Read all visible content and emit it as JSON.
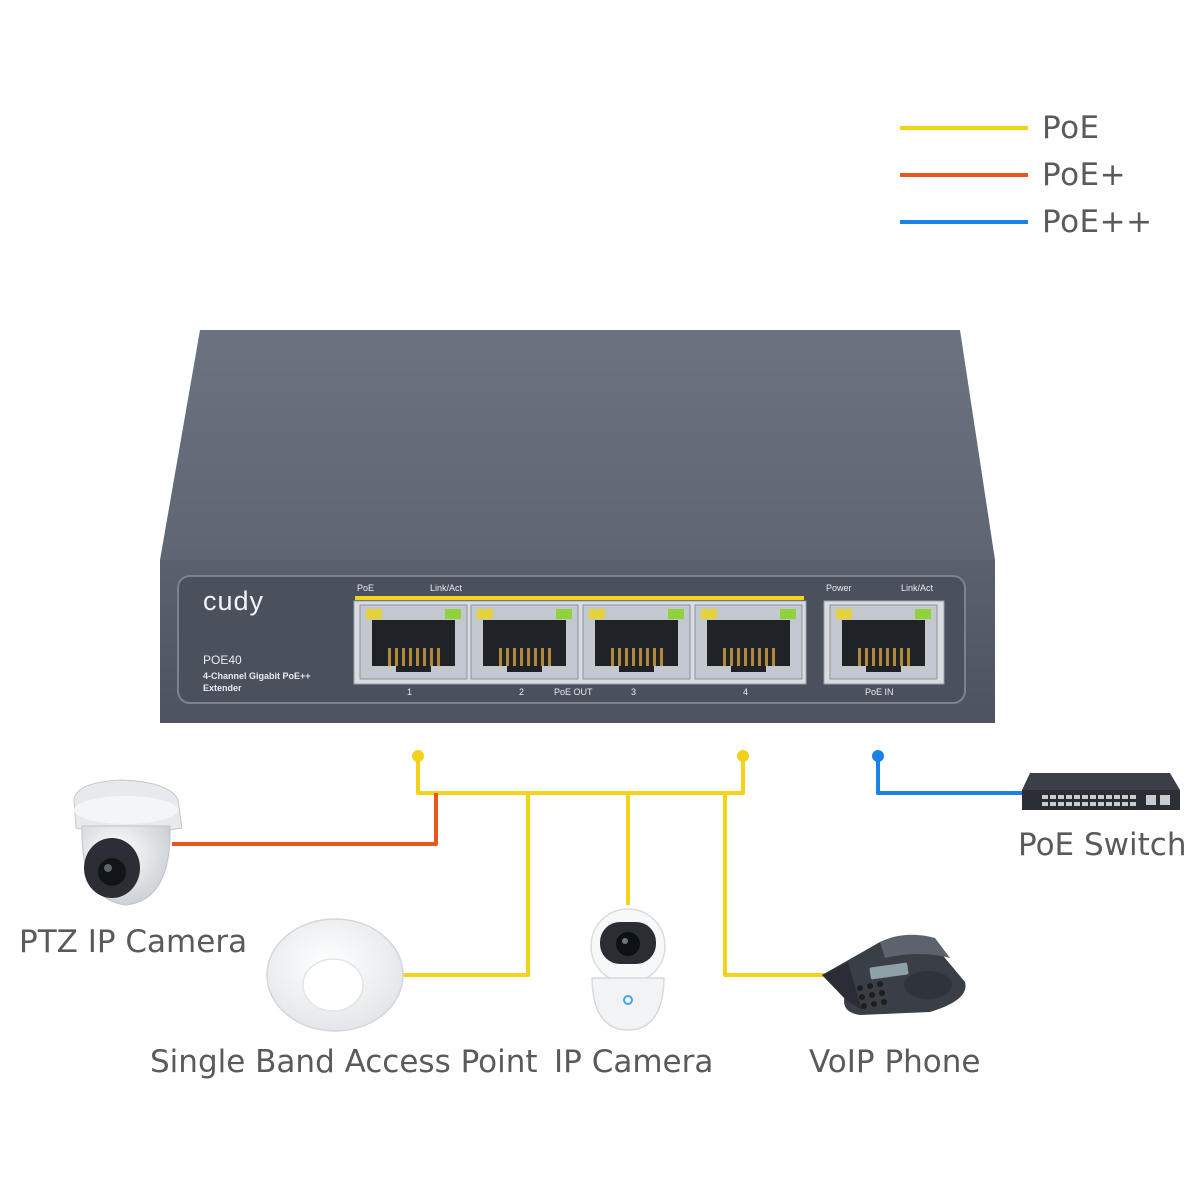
{
  "legend": [
    {
      "label": "PoE",
      "color": "#f5d21a"
    },
    {
      "label": "PoE+",
      "color": "#e8561e"
    },
    {
      "label": "PoE++",
      "color": "#1a82e6"
    }
  ],
  "device": {
    "brand": "cudy",
    "model": "POE40",
    "description_line1": "4-Channel Gigabit PoE++",
    "description_line2": "Extender",
    "out_led_left": "PoE",
    "out_led_right": "Link/Act",
    "in_led_left": "Power",
    "in_led_right": "Link/Act",
    "port_numbers": [
      "1",
      "2",
      "3",
      "4"
    ],
    "out_group_label": "PoE OUT",
    "in_label": "PoE IN"
  },
  "devices": {
    "ptz_camera": "PTZ IP Camera",
    "access_point": "Single Band Access Point",
    "ip_camera": "IP Camera",
    "voip_phone": "VoIP Phone",
    "poe_switch": "PoE Switch"
  },
  "connections": [
    {
      "from": "PTZ IP Camera",
      "to": "port 1",
      "type": "PoE+"
    },
    {
      "from": "Single Band Access Point",
      "to": "port 1",
      "type": "PoE"
    },
    {
      "from": "IP Camera",
      "to": "port 1/4",
      "type": "PoE"
    },
    {
      "from": "VoIP Phone",
      "to": "port 4",
      "type": "PoE"
    },
    {
      "from": "PoE Switch",
      "to": "PoE IN",
      "type": "PoE++"
    }
  ]
}
